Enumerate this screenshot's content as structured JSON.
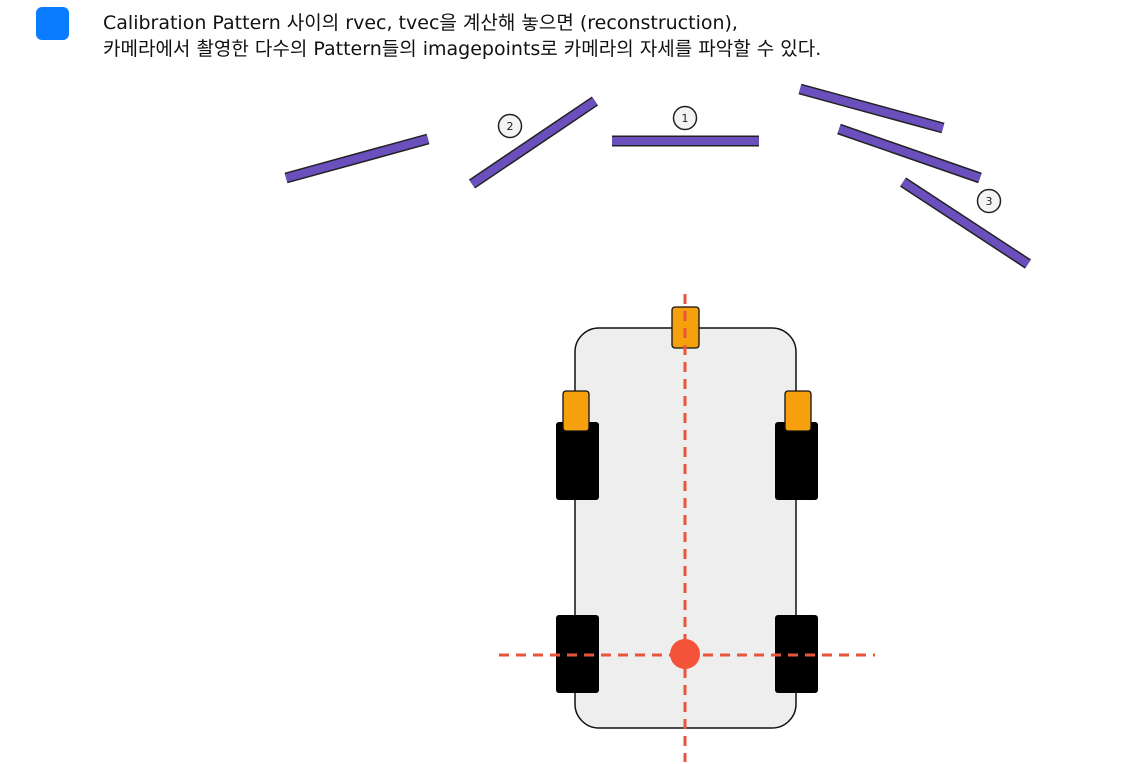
{
  "caption": {
    "line1": "Calibration Pattern 사이의 rvec, tvec을 계산해 놓으면 (reconstruction),",
    "line2": "카메라에서 촬영한 다수의 Pattern들의 imagepoints로 카메라의 자세를 파악할 수 있다."
  },
  "patterns": {
    "label_1": "1",
    "label_2": "2",
    "label_3": "3"
  },
  "colors": {
    "bullet": "#0a7cff",
    "pattern_bar": "#6a4fbd",
    "camera": "#f5a00c",
    "axis": "#e8553c",
    "car_body": "#eeeeee",
    "wheel": "#000000"
  }
}
